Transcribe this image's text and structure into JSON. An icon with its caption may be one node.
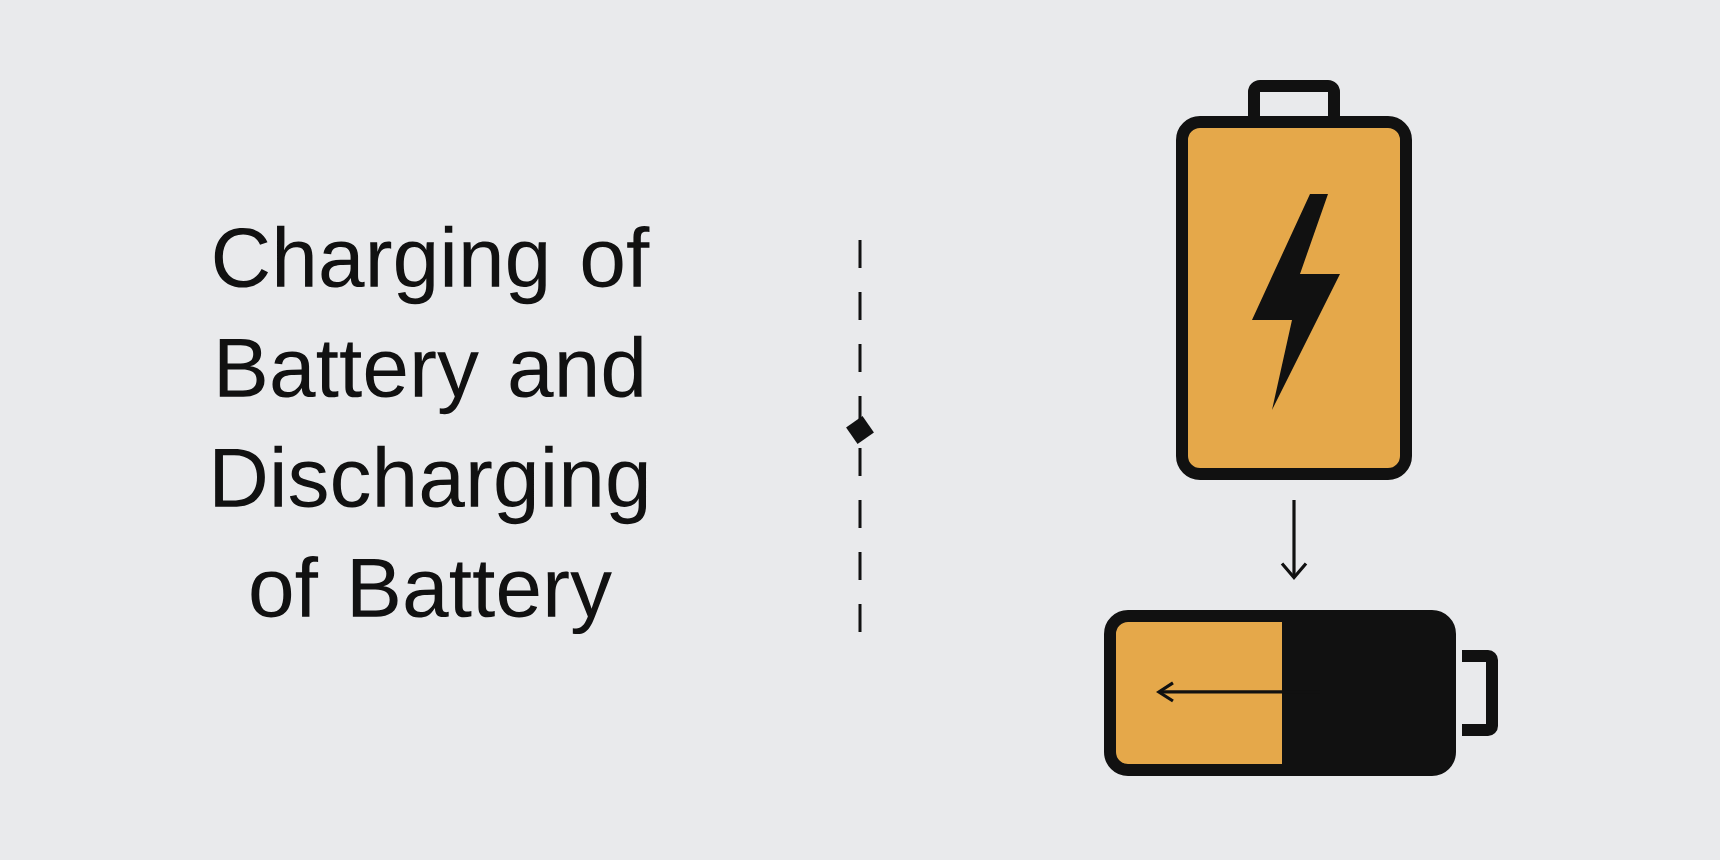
{
  "diagram": {
    "title": "Charging of Battery and Discharging of Battery",
    "nodes": [
      {
        "text": [],
        "shape": "picture"
      },
      {
        "text": [],
        "shape": "picture"
      }
    ],
    "edges": [
      {
        "from": 0,
        "to": 1,
        "arrow": "to"
      }
    ]
  }
}
